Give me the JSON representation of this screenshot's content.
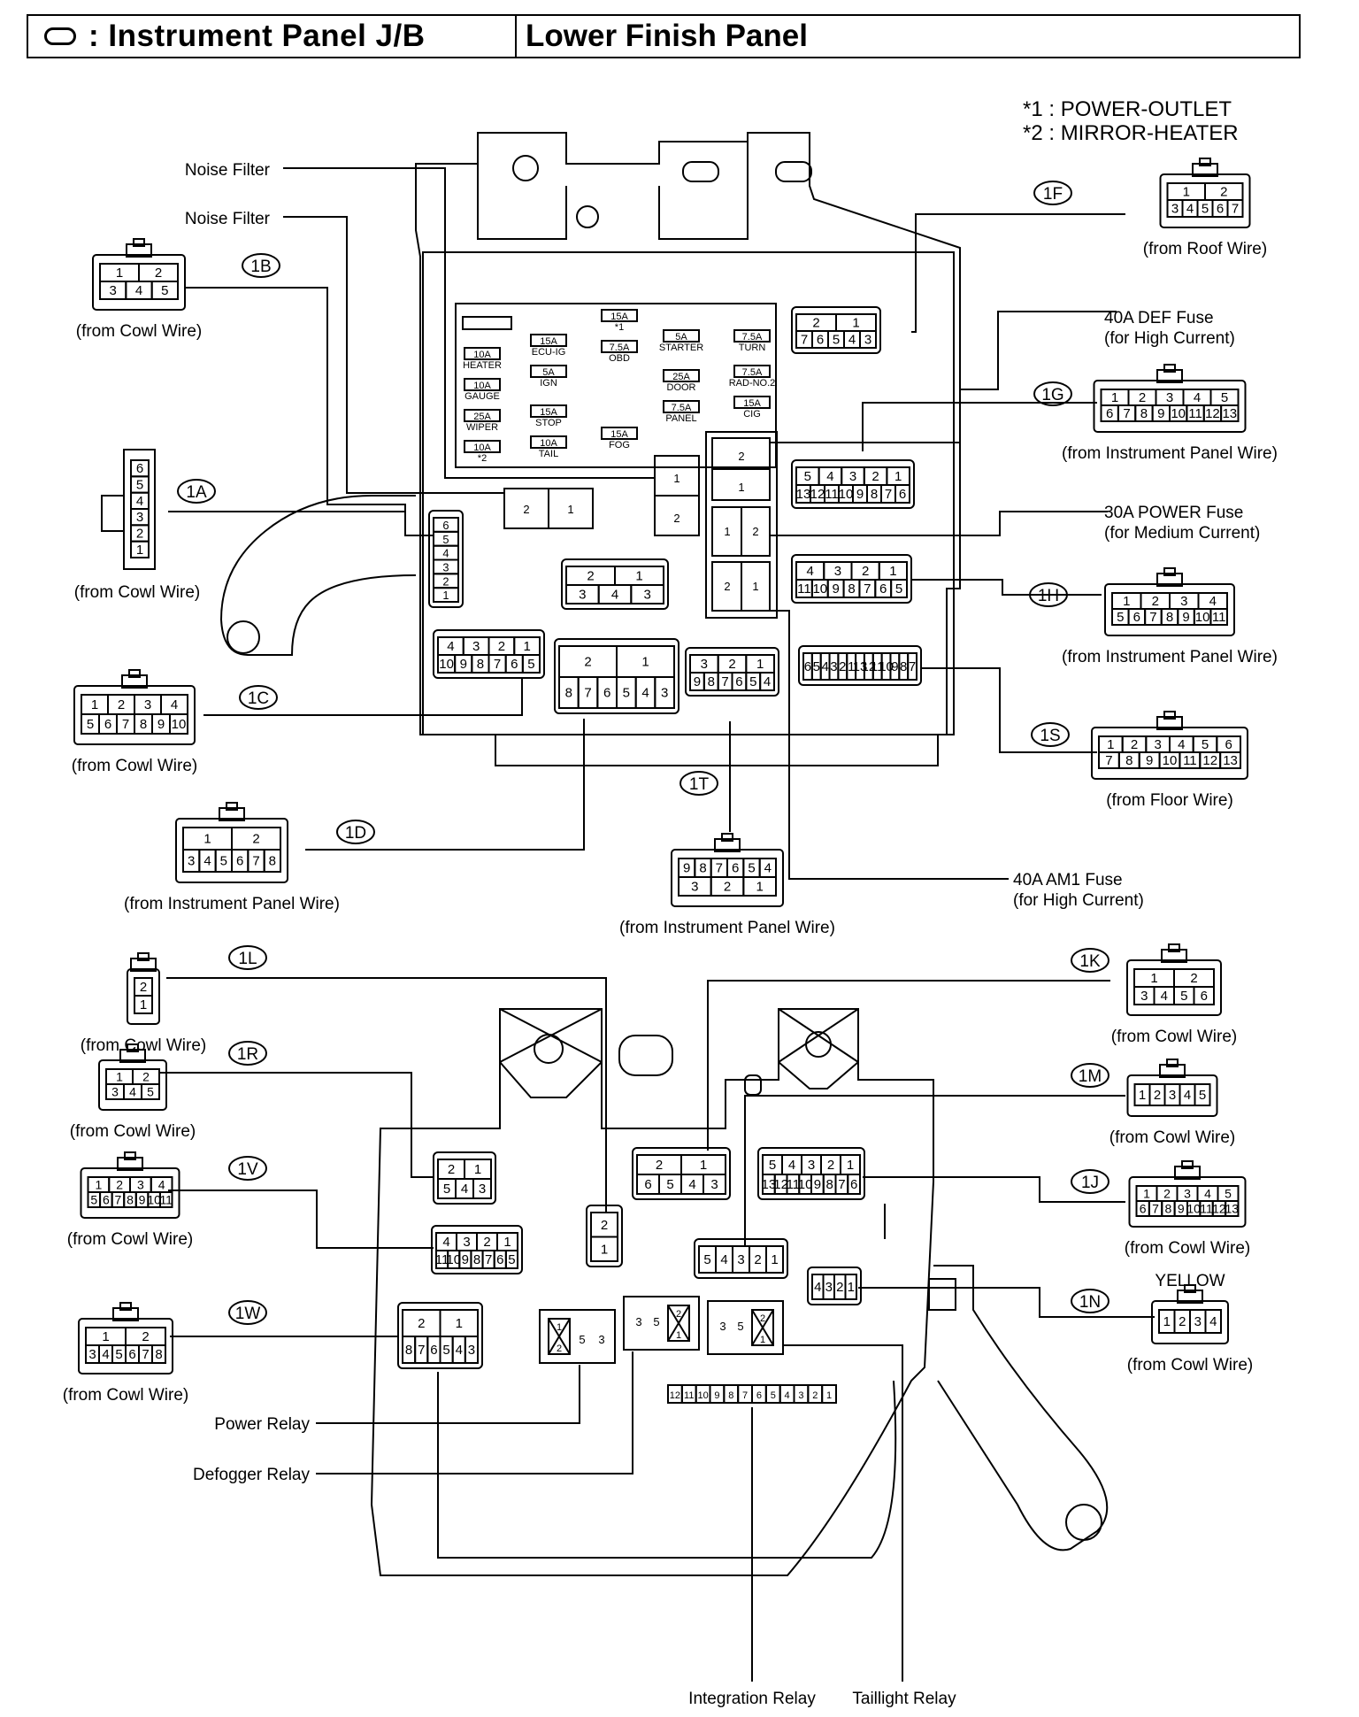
{
  "header": {
    "title_left": ": Instrument Panel J/B",
    "title_right": "Lower Finish Panel"
  },
  "notes": [
    "*1 : POWER-OUTLET",
    "*2 : MIRROR-HEATER"
  ],
  "connectors": {
    "c1F": {
      "id": "1F",
      "source": "(from Roof Wire)",
      "pins": [
        "1",
        "2",
        "3",
        "4",
        "5",
        "6",
        "7"
      ]
    },
    "c1B": {
      "id": "1B",
      "source": "(from Cowl Wire)",
      "pins": [
        "1",
        "2",
        "3",
        "4",
        "5"
      ]
    },
    "c1G": {
      "id": "1G",
      "source": "(from Instrument Panel Wire)",
      "pins": [
        "1",
        "2",
        "3",
        "4",
        "5",
        "6",
        "7",
        "8",
        "9",
        "10",
        "11",
        "12",
        "13"
      ]
    },
    "c1A": {
      "id": "1A",
      "source": "(from Cowl Wire)",
      "pins": [
        "6",
        "5",
        "4",
        "3",
        "2",
        "1"
      ]
    },
    "c1H": {
      "id": "1H",
      "source": "(from Instrument Panel Wire)",
      "pins": [
        "1",
        "2",
        "3",
        "4",
        "5",
        "6",
        "7",
        "8",
        "9",
        "10",
        "11"
      ]
    },
    "c1C": {
      "id": "1C",
      "source": "(from Cowl Wire)",
      "pins": [
        "1",
        "2",
        "3",
        "4",
        "5",
        "6",
        "7",
        "8",
        "9",
        "10"
      ]
    },
    "c1S": {
      "id": "1S",
      "source": "(from Floor Wire)",
      "pins": [
        "1",
        "2",
        "3",
        "4",
        "5",
        "6",
        "7",
        "8",
        "9",
        "10",
        "11",
        "12",
        "13"
      ]
    },
    "c1T": {
      "id": "1T",
      "source": "(from Instrument Panel Wire)",
      "pins": [
        "9",
        "8",
        "7",
        "6",
        "5",
        "4",
        "3",
        "2",
        "1"
      ]
    },
    "c1D": {
      "id": "1D",
      "source": "(from Instrument Panel Wire)",
      "pins": [
        "1",
        "2",
        "3",
        "4",
        "5",
        "6",
        "7",
        "8"
      ]
    },
    "c1L": {
      "id": "1L",
      "source": "(from Cowl Wire)",
      "pins": [
        "2",
        "1"
      ]
    },
    "c1K": {
      "id": "1K",
      "source": "(from Cowl Wire)",
      "pins": [
        "1",
        "2",
        "3",
        "4",
        "5",
        "6"
      ]
    },
    "c1R": {
      "id": "1R",
      "source": "(from Cowl Wire)",
      "pins": [
        "1",
        "2",
        "3",
        "4",
        "5"
      ]
    },
    "c1M": {
      "id": "1M",
      "source": "(from Cowl Wire)",
      "pins": [
        "1",
        "2",
        "3",
        "4",
        "5"
      ]
    },
    "c1V": {
      "id": "1V",
      "source": "(from Cowl Wire)",
      "pins": [
        "1",
        "2",
        "3",
        "4",
        "5",
        "6",
        "7",
        "8",
        "9",
        "10",
        "11"
      ]
    },
    "c1J": {
      "id": "1J",
      "source": "(from Cowl Wire)",
      "pins": [
        "1",
        "2",
        "3",
        "4",
        "5",
        "6",
        "7",
        "8",
        "9",
        "10",
        "11",
        "12",
        "13"
      ]
    },
    "c1W": {
      "id": "1W",
      "source": "(from Cowl Wire)",
      "pins": [
        "1",
        "2",
        "3",
        "4",
        "5",
        "6",
        "7",
        "8"
      ]
    },
    "c1N": {
      "id": "1N",
      "source": "(from Cowl Wire)",
      "color_note": "YELLOW",
      "pins": [
        "1",
        "2",
        "3",
        "4"
      ]
    }
  },
  "callouts": {
    "noise_filter": "Noise Filter",
    "def_fuse_1": "40A DEF Fuse",
    "def_fuse_2": "(for High Current)",
    "power_fuse_1": "30A POWER Fuse",
    "power_fuse_2": "(for Medium Current)",
    "am1_fuse_1": "40A AM1 Fuse",
    "am1_fuse_2": "(for High Current)",
    "power_relay": "Power Relay",
    "defogger_relay": "Defogger Relay",
    "integration_relay": "Integration Relay",
    "taillight_relay": "Taillight Relay"
  },
  "fuses": [
    {
      "rating": "15A",
      "name": "*1"
    },
    {
      "rating": "15A",
      "name": "ECU-IG"
    },
    {
      "rating": "7.5A",
      "name": "OBD"
    },
    {
      "rating": "5A",
      "name": "STARTER"
    },
    {
      "rating": "7.5A",
      "name": "TURN"
    },
    {
      "rating": "10A",
      "name": "HEATER"
    },
    {
      "rating": "5A",
      "name": "IGN"
    },
    {
      "rating": "7.5A",
      "name": "RAD-NO.2"
    },
    {
      "rating": "10A",
      "name": "GAUGE"
    },
    {
      "rating": "25A",
      "name": "DOOR"
    },
    {
      "rating": "25A",
      "name": "WIPER"
    },
    {
      "rating": "15A",
      "name": "STOP"
    },
    {
      "rating": "7.5A",
      "name": "PANEL"
    },
    {
      "rating": "15A",
      "name": "CIG"
    },
    {
      "rating": "10A",
      "name": "*2"
    },
    {
      "rating": "10A",
      "name": "TAIL"
    },
    {
      "rating": "15A",
      "name": "FOG"
    }
  ],
  "relay_pins": {
    "noise_a": [
      "1",
      "2"
    ],
    "noise_b": [
      "2",
      "1"
    ],
    "def_fuse": [
      "2",
      "1"
    ],
    "power_fuse": [
      "1",
      "2"
    ],
    "am1_fuse": [
      "2",
      "1"
    ],
    "jb_1B": [
      "2",
      "1",
      "3",
      "4",
      "3"
    ],
    "jb_1D": [
      "2",
      "1",
      "8",
      "7",
      "6",
      "5",
      "4",
      "3"
    ],
    "jb_1C": [
      "4",
      "3",
      "2",
      "1",
      "10",
      "9",
      "8",
      "7",
      "6",
      "5"
    ],
    "jb_1T": [
      "3",
      "2",
      "1",
      "9",
      "8",
      "7",
      "6",
      "5",
      "4"
    ],
    "jb_1F": [
      "2",
      "1",
      "7",
      "6",
      "5",
      "4",
      "3"
    ],
    "jb_1G": [
      "5",
      "4",
      "3",
      "2",
      "1",
      "13",
      "12",
      "11",
      "10",
      "9",
      "8",
      "7",
      "6"
    ],
    "jb_1H": [
      "4",
      "3",
      "2",
      "1",
      "11",
      "10",
      "9",
      "8",
      "7",
      "6",
      "5"
    ],
    "jb_1S": [
      "6",
      "5",
      "4",
      "3",
      "2",
      "1",
      "13",
      "12",
      "11",
      "10",
      "9",
      "8",
      "7"
    ],
    "jb_1A": [
      "6",
      "5",
      "4",
      "3",
      "2",
      "1"
    ],
    "jb_1K": [
      "2",
      "1",
      "6",
      "5",
      "4",
      "3"
    ],
    "jb_1R": [
      "2",
      "1",
      "5",
      "4",
      "3"
    ],
    "jb_1L": [
      "2",
      "1"
    ],
    "jb_1V": [
      "4",
      "3",
      "2",
      "1",
      "11",
      "10",
      "9",
      "8",
      "7",
      "6",
      "5"
    ],
    "jb_1M": [
      "5",
      "4",
      "3",
      "2",
      "1"
    ],
    "jb_1J": [
      "5",
      "4",
      "3",
      "2",
      "1",
      "13",
      "12",
      "11",
      "10",
      "9",
      "8",
      "7",
      "6"
    ],
    "jb_1W": [
      "2",
      "1",
      "8",
      "7",
      "6",
      "5",
      "4",
      "3"
    ],
    "jb_1N": [
      "4",
      "3",
      "2",
      "1"
    ],
    "power_relay": [
      "1",
      "2",
      "5",
      "3"
    ],
    "defogger_relay": [
      "3",
      "5",
      "2",
      "1"
    ],
    "taillight_relay": [
      "3",
      "5",
      "2",
      "1"
    ],
    "integration_relay": [
      "12",
      "11",
      "10",
      "9",
      "8",
      "7",
      "6",
      "5",
      "4",
      "3",
      "2",
      "1"
    ]
  }
}
